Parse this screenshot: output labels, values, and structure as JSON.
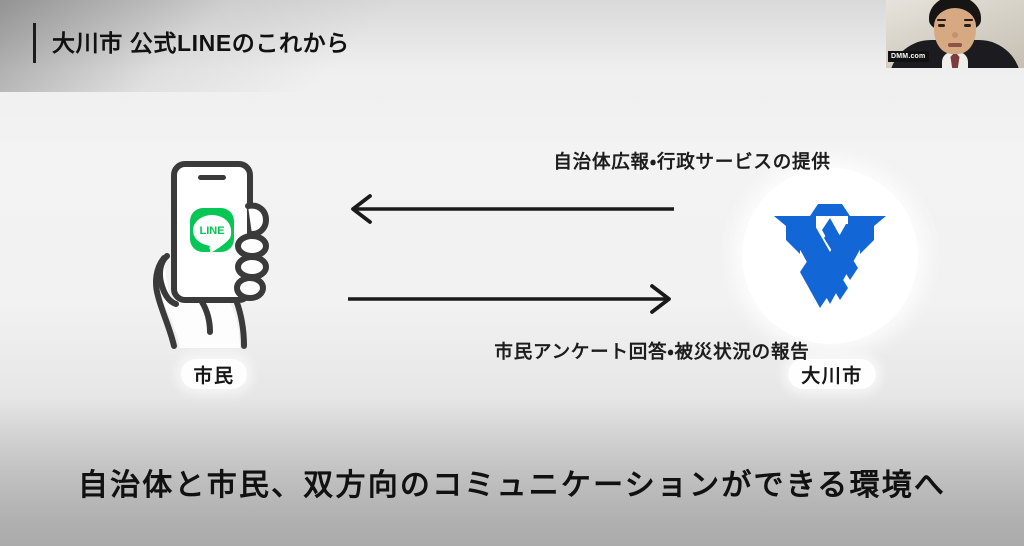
{
  "slide": {
    "title": "大川市 公式LINEのこれから",
    "headline": "自治体と市民、双方向のコミュニケーションができる環境へ",
    "accent_bar_color": "#1b1b1b",
    "background_top_color": "#f3f3f3",
    "background_bottom_color": "#bdbdbd"
  },
  "webcam": {
    "watermark": "DMM.com"
  },
  "diagram": {
    "left_node": {
      "label": "市民",
      "icon": "hand-holding-smartphone-icon",
      "app_icon": "line-app-icon",
      "app_icon_text": "LINE",
      "app_icon_color": "#06C755"
    },
    "right_node": {
      "label": "大川市",
      "icon": "okawa-city-emblem-icon",
      "emblem_color": "#1366D6",
      "circle_color": "#ffffff"
    },
    "arrows": [
      {
        "direction": "left",
        "label": "自治体広報・行政サービスの提供",
        "color": "#1a1a1a"
      },
      {
        "direction": "right",
        "label": "市民アンケート回答・被災状況の報告",
        "color": "#1a1a1a"
      }
    ]
  }
}
